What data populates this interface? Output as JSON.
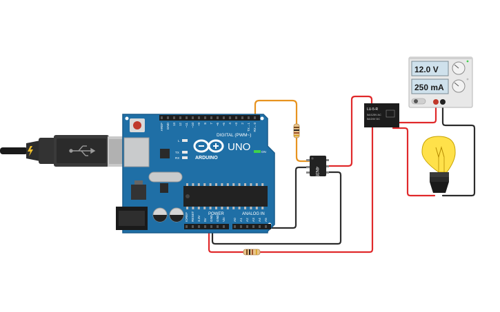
{
  "arduino": {
    "model": "UNO",
    "brand": "ARDUINO",
    "digital_label": "DIGITAL (PWM~)",
    "power_label": "POWER",
    "analog_label": "ANALOG IN",
    "on_label": "ON",
    "led_l": "L",
    "led_tx": "TX",
    "led_rx": "RX",
    "digital_pins": [
      "AREF",
      "GND",
      "13",
      "12",
      "~11",
      "~10",
      "~9",
      "8",
      "7",
      "~6",
      "~5",
      "4",
      "~3",
      "2",
      "TX→1",
      "RX←0"
    ],
    "power_pins": [
      "IOREF",
      "RESET",
      "3.3V",
      "5V",
      "GND",
      "GND",
      "Vin"
    ],
    "analog_pins": [
      "A0",
      "A1",
      "A2",
      "A3",
      "A4",
      "A5"
    ]
  },
  "optocoupler": {
    "label": "4N35"
  },
  "relay": {
    "label": "LU-5-R",
    "line1": "5A/125V AC",
    "line2": "5A/24V DC"
  },
  "power_supply": {
    "voltage": "12.0 V",
    "current": "250 mA"
  },
  "colors": {
    "board": "#1f6fa6",
    "wire_red": "#e0282a",
    "wire_black": "#2b2b2b",
    "wire_orange": "#e7931f",
    "bulb_yellow": "#ffe14a"
  }
}
